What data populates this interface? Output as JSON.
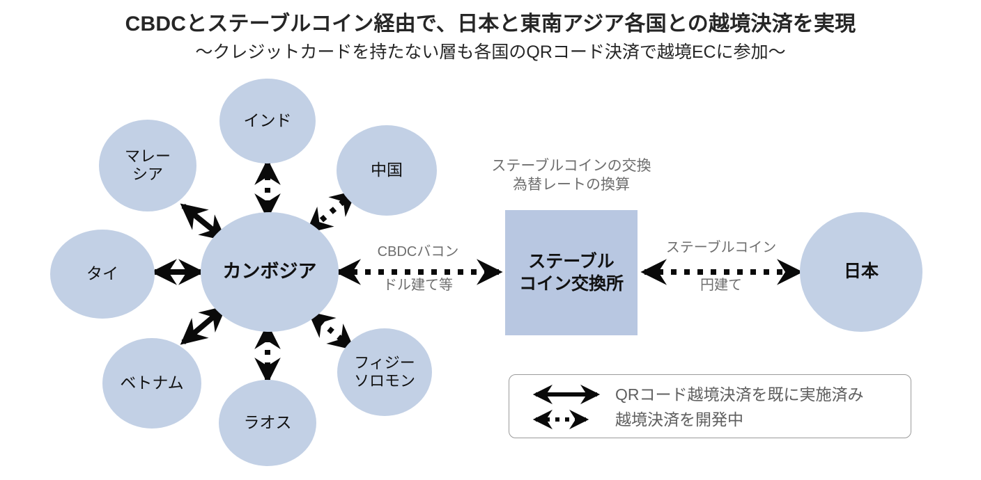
{
  "title": {
    "main": "CBDCとステーブルコイン経由で、日本と東南アジア各国との越境決済を実現",
    "sub": "〜クレジットカードを持たない層も各国のQRコード決済で越境ECに参加〜"
  },
  "nodes": {
    "india": "インド",
    "malaysia": "マレー\nシア",
    "china": "中国",
    "thailand": "タイ",
    "cambodia": "カンボジア",
    "vietnam": "ベトナム",
    "laos": "ラオス",
    "fiji_solomon": "フィジー\nソロモン",
    "japan": "日本",
    "exchange": "ステーブル\nコイン交換所"
  },
  "captions": {
    "exchange_top": "ステーブルコインの交換\n為替レートの換算"
  },
  "edge_labels": {
    "cbdc_top": "CBDCバコン",
    "cbdc_bottom": "ドル建て等",
    "stable_top": "ステーブルコイン",
    "stable_bottom": "円建て"
  },
  "legend": {
    "items": [
      {
        "style": "solid",
        "label": "QRコード越境決済を既に実施済み"
      },
      {
        "style": "dotted",
        "label": "越境決済を開発中"
      }
    ]
  },
  "colors": {
    "circle_fill": "#c2d0e5",
    "box_fill": "#b8c7e1",
    "arrow": "#0a0a0a",
    "caption_text": "#6e6e6e",
    "legend_border": "#9a9a9a",
    "title_text": "#262626"
  }
}
